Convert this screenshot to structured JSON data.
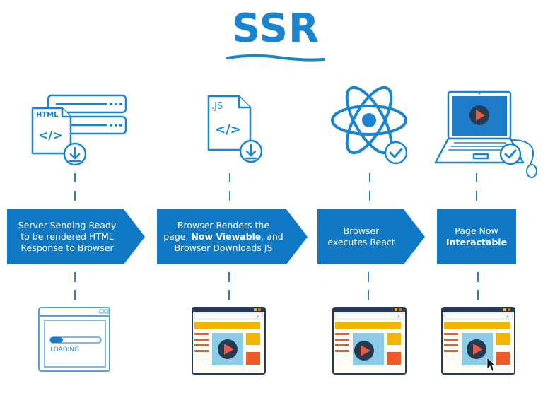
{
  "title": "SSR",
  "colors": {
    "primary": "#0f79c6",
    "icon_stroke": "#1a85cf",
    "yellow": "#f5b400",
    "orange": "#f05a28",
    "light_blue": "#8ccbe6",
    "dark_navy": "#243b53",
    "play_red": "#ef5a3c"
  },
  "steps": [
    {
      "id": "server-sending",
      "icon": "html-file-server-download-icon",
      "file_label": "HTML",
      "code_glyph": "</>",
      "lines": [
        "Server Sending Ready",
        "to be rendered HTML",
        "Response to Browser"
      ],
      "browser_state": "loading",
      "browser_text": "LOADING",
      "loading_progress": 0.25
    },
    {
      "id": "browser-renders",
      "icon": "js-file-download-icon",
      "file_label": ".JS",
      "code_glyph": "</>",
      "line1": "Browser Renders the",
      "line2_pre": "page, ",
      "line2_bold": "Now Viewable",
      "line2_post": ", and",
      "line3": "Browser Downloads JS",
      "browser_state": "rendered"
    },
    {
      "id": "executes-react",
      "icon": "react-atom-check-icon",
      "lines": [
        "Browser",
        "executes React"
      ],
      "browser_state": "rendered"
    },
    {
      "id": "interactable",
      "icon": "laptop-mouse-check-icon",
      "line1": "Page Now",
      "line2_bold": "Interactable",
      "browser_state": "rendered-with-cursor"
    }
  ]
}
